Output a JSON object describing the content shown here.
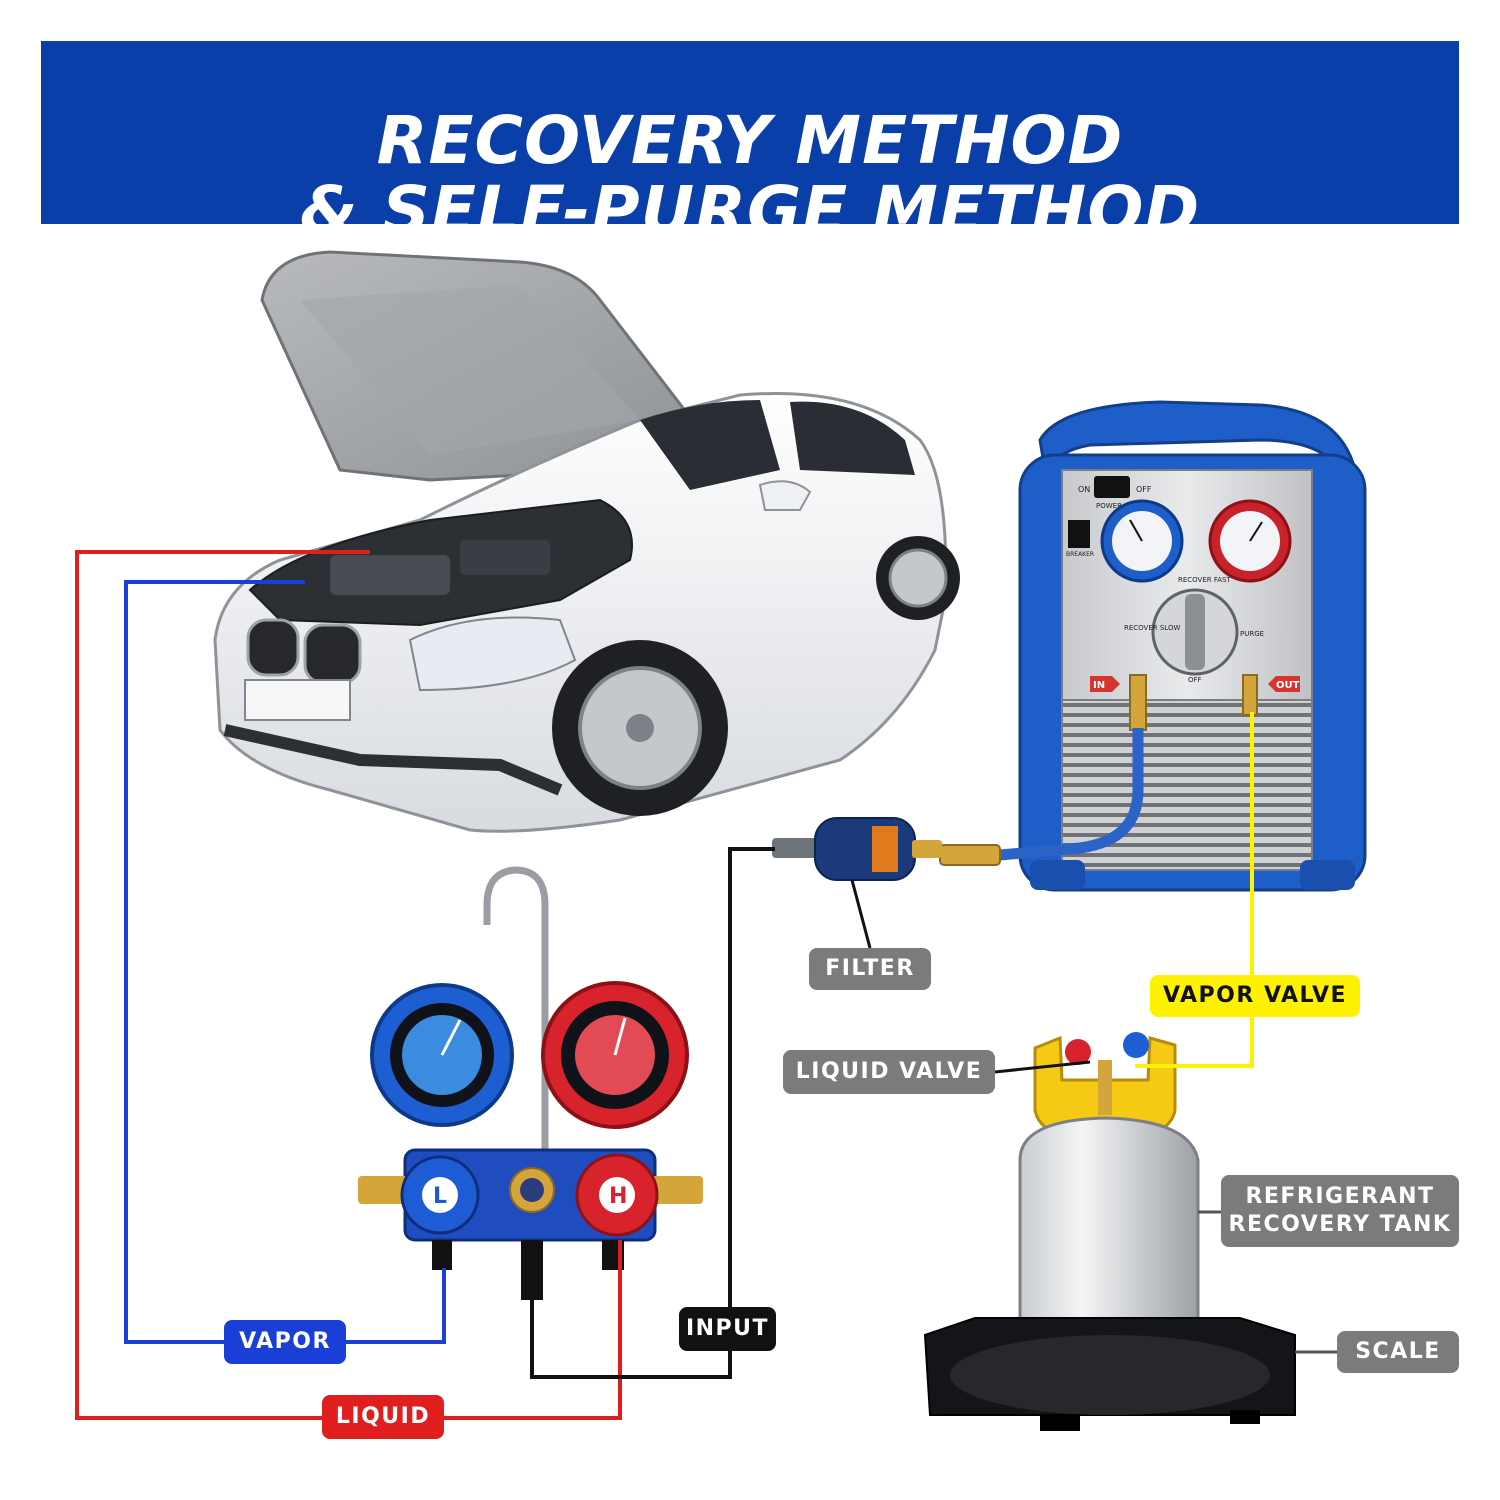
{
  "title": {
    "line1": "RECOVERY METHOD",
    "line2": "& SELF-PURGE METHOD"
  },
  "labels": {
    "filter": "FILTER",
    "vapor_valve": "VAPOR VALVE",
    "liquid_valve": "LIQUID VALVE",
    "tank_line1": "REFRIGERANT",
    "tank_line2": "RECOVERY TANK",
    "scale": "SCALE",
    "vapor": "VAPOR",
    "input": "INPUT",
    "liquid": "LIQUID"
  },
  "machine_panel": {
    "on": "ON",
    "off": "OFF",
    "power": "POWER",
    "breaker": "BREAKER",
    "recover_fast": "RECOVER FAST",
    "recover_slow": "RECOVER SLOW",
    "purge": "PURGE",
    "off_dial": "OFF",
    "in": "IN",
    "out": "OUT"
  },
  "manifold": {
    "low_knob": "L",
    "high_knob": "H"
  },
  "colors": {
    "banner": "#0a3ea8",
    "vapor_line": "#1a3fd6",
    "liquid_line": "#e01e1e",
    "input_line": "#111111",
    "vapor_valve_line": "#fff200",
    "callout": "#7b7b7b"
  }
}
